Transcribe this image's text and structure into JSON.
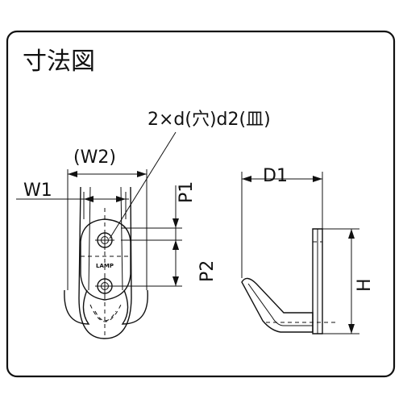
{
  "title": "寸法図",
  "labels": {
    "hole_spec": "2×d(穴)d2(皿)",
    "w1": "W1",
    "w2": "(W2)",
    "p1": "P1",
    "p2": "P2",
    "d1": "D1",
    "h": "H"
  },
  "logo_text": "LAMP"
}
